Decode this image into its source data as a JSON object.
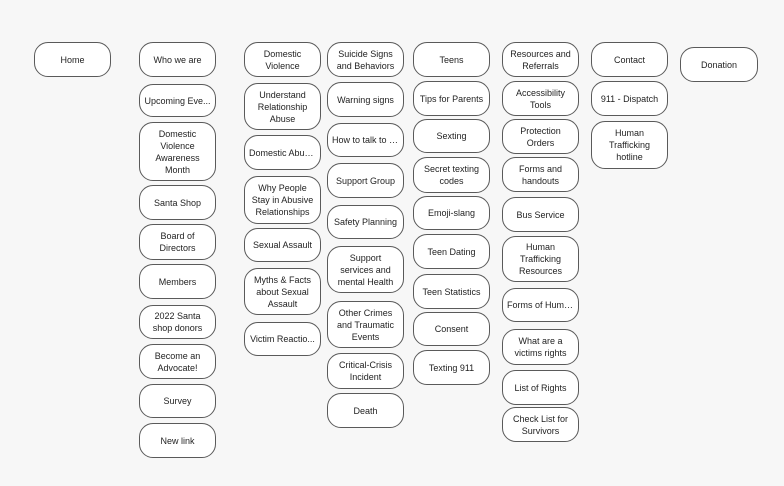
{
  "columns": [
    {
      "key": "home",
      "items": [
        "Home"
      ]
    },
    {
      "key": "who-we-are",
      "items": [
        "Who we are",
        "Upcoming Eve...",
        "Domestic Violence Awareness Month",
        "Santa Shop",
        "Board of Directors",
        "Members",
        "2022 Santa shop donors",
        "Become an Advocate!",
        "Survey",
        "New link"
      ]
    },
    {
      "key": "domestic-violence",
      "items": [
        "Domestic Violence",
        "Understand Relationship Abuse",
        "Domestic Abus...",
        "Why People Stay in Abusive Relationships",
        "Sexual Assault",
        "Myths & Facts about Sexual Assault",
        "Victim Reactio..."
      ]
    },
    {
      "key": "suicide-signs",
      "items": [
        "Suicide Signs and Behaviors",
        "Warning signs",
        "How to talk to s...",
        "Support Group",
        "Safety Planning",
        "Support services and mental Health",
        "Other Crimes and Traumatic Events",
        "Critical-Crisis Incident",
        "Death"
      ]
    },
    {
      "key": "teens",
      "items": [
        "Teens",
        "Tips for Parents",
        "Sexting",
        "Secret texting codes",
        "Emoji-slang",
        "Teen Dating",
        "Teen Statistics",
        "Consent",
        "Texting 911"
      ]
    },
    {
      "key": "resources",
      "items": [
        "Resources and Referrals",
        "Accessibility Tools",
        "Protection Orders",
        "Forms and handouts",
        "Bus Service",
        "Human Trafficking Resources",
        "Forms of Huma...",
        "What are a victims rights",
        "List of Rights",
        "Check List for Survivors"
      ]
    },
    {
      "key": "contact",
      "items": [
        "Contact",
        "911 - Dispatch",
        "Human Trafficking hotline"
      ]
    },
    {
      "key": "donation",
      "items": [
        "Donation"
      ]
    }
  ]
}
